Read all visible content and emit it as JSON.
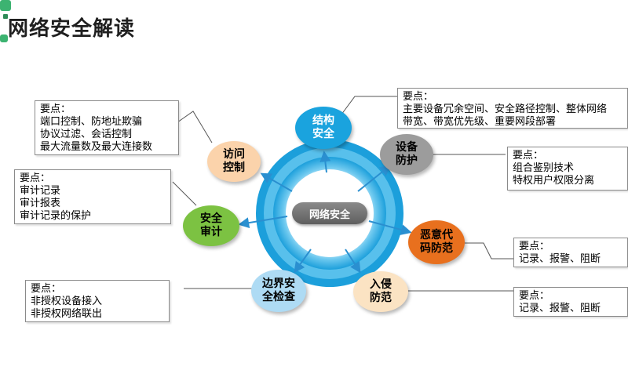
{
  "page": {
    "title": "网络安全解读"
  },
  "center": {
    "label": "网络安全"
  },
  "nodes": [
    {
      "id": "structure",
      "label": "结构\n安全",
      "color": "#1aa3de",
      "text_color": "#ffffff"
    },
    {
      "id": "device",
      "label": "设备\n防护",
      "color": "#9c9c9c",
      "text_color": "#000000"
    },
    {
      "id": "malware",
      "label": "恶意代\n码防范",
      "color": "#e8701e",
      "text_color": "#000000"
    },
    {
      "id": "intrusion",
      "label": "入侵\n防范",
      "color": "#fbe3c3",
      "text_color": "#000000"
    },
    {
      "id": "boundary",
      "label": "边界安\n全检查",
      "color": "#aedbf4",
      "text_color": "#000000"
    },
    {
      "id": "audit",
      "label": "安全\n审计",
      "color": "#7cc242",
      "text_color": "#000000"
    },
    {
      "id": "access",
      "label": "访问\n控制",
      "color": "#fbd3ab",
      "text_color": "#000000"
    }
  ],
  "notes": {
    "structure": {
      "heading": "要点：",
      "lines": [
        "主要设备冗余空间、安全路径控制、整体网络",
        "带宽、带宽优先级、重要网段部署"
      ]
    },
    "device": {
      "heading": "要点：",
      "lines": [
        "组合鉴别技术",
        "特权用户权限分离"
      ]
    },
    "malware": {
      "heading": "要点：",
      "lines": [
        "记录、报警、阻断"
      ]
    },
    "intrusion": {
      "heading": "要点：",
      "lines": [
        "记录、报警、阻断"
      ]
    },
    "boundary": {
      "heading": "要点：",
      "lines": [
        "非授权设备接入",
        "非授权网络联出"
      ]
    },
    "audit": {
      "heading": "要点：",
      "lines": [
        "审计记录",
        "审计报表",
        "审计记录的保护"
      ]
    },
    "access": {
      "heading": "要点：",
      "lines": [
        "端口控制、防地址欺骗",
        "协议过滤、会话控制",
        "最大流量数及最大连接数"
      ]
    }
  },
  "colors": {
    "ring_outer": "#23a7e0",
    "ring_glow": "#8ed6f5",
    "arrow": "#2a8fd0",
    "connector": "#555555"
  }
}
